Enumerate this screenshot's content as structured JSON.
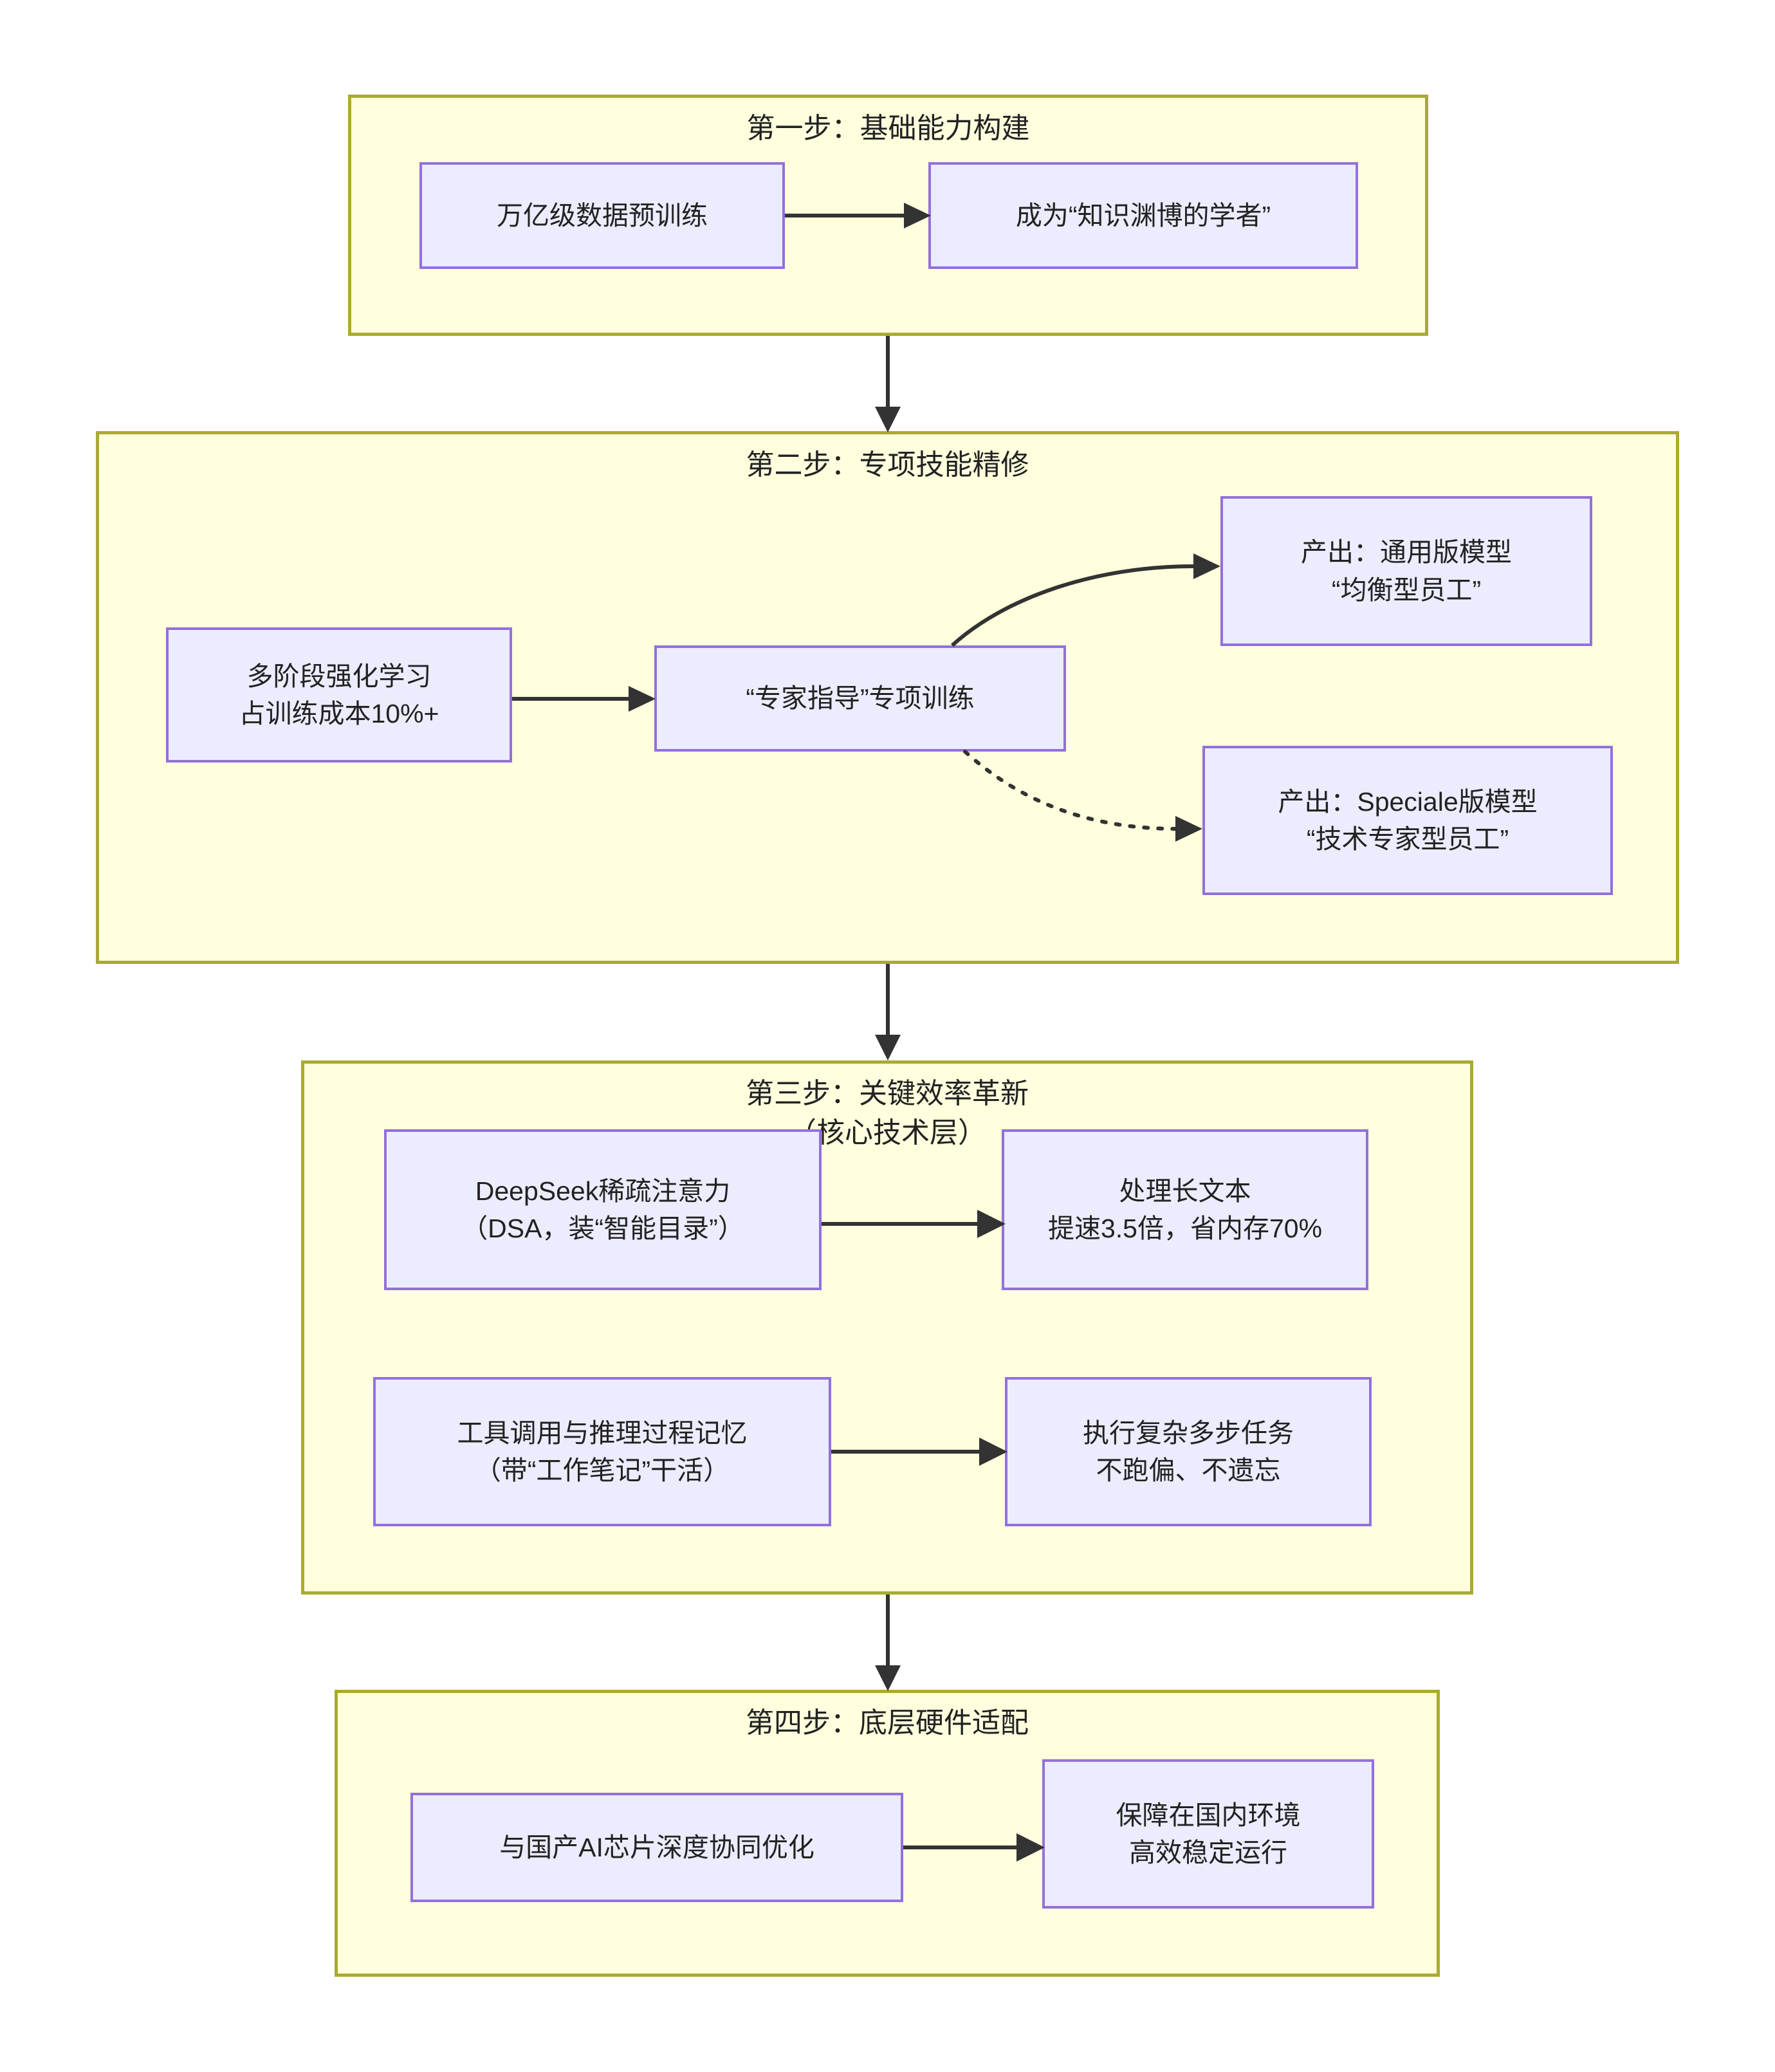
{
  "diagram": {
    "type": "flowchart",
    "direction": "top-to-bottom",
    "groups": [
      {
        "id": "step1",
        "title": "第一步：基础能力构建",
        "nodes": [
          {
            "id": "n1",
            "label": "万亿级数据预训练"
          },
          {
            "id": "n2",
            "label": "成为“知识渊博的学者”"
          }
        ]
      },
      {
        "id": "step2",
        "title": "第二步：专项技能精修",
        "nodes": [
          {
            "id": "n3",
            "label": "多阶段强化学习\n占训练成本10%+"
          },
          {
            "id": "n4",
            "label": "“专家指导”专项训练"
          },
          {
            "id": "n5",
            "label": "产出：通用版模型\n“均衡型员工”"
          },
          {
            "id": "n6",
            "label": "产出：Speciale版模型\n“技术专家型员工”"
          }
        ]
      },
      {
        "id": "step3",
        "title": "第三步：关键效率革新\n（核心技术层）",
        "nodes": [
          {
            "id": "n7",
            "label": "DeepSeek稀疏注意力\n（DSA，装“智能目录”）"
          },
          {
            "id": "n8",
            "label": "处理长文本\n提速3.5倍，省内存70%"
          },
          {
            "id": "n9",
            "label": "工具调用与推理过程记忆\n（带“工作笔记”干活）"
          },
          {
            "id": "n10",
            "label": "执行复杂多步任务\n不跑偏、不遗忘"
          }
        ]
      },
      {
        "id": "step4",
        "title": "第四步：底层硬件适配",
        "nodes": [
          {
            "id": "n11",
            "label": "与国产AI芯片深度协同优化"
          },
          {
            "id": "n12",
            "label": "保障在国内环境\n高效稳定运行"
          }
        ]
      }
    ],
    "colors": {
      "group_fill": "#ffffde",
      "group_border": "#aaaa33",
      "node_fill": "#ececff",
      "node_border": "#9370db",
      "edge": "#333333",
      "text": "#222222",
      "background": "#ffffff"
    }
  }
}
